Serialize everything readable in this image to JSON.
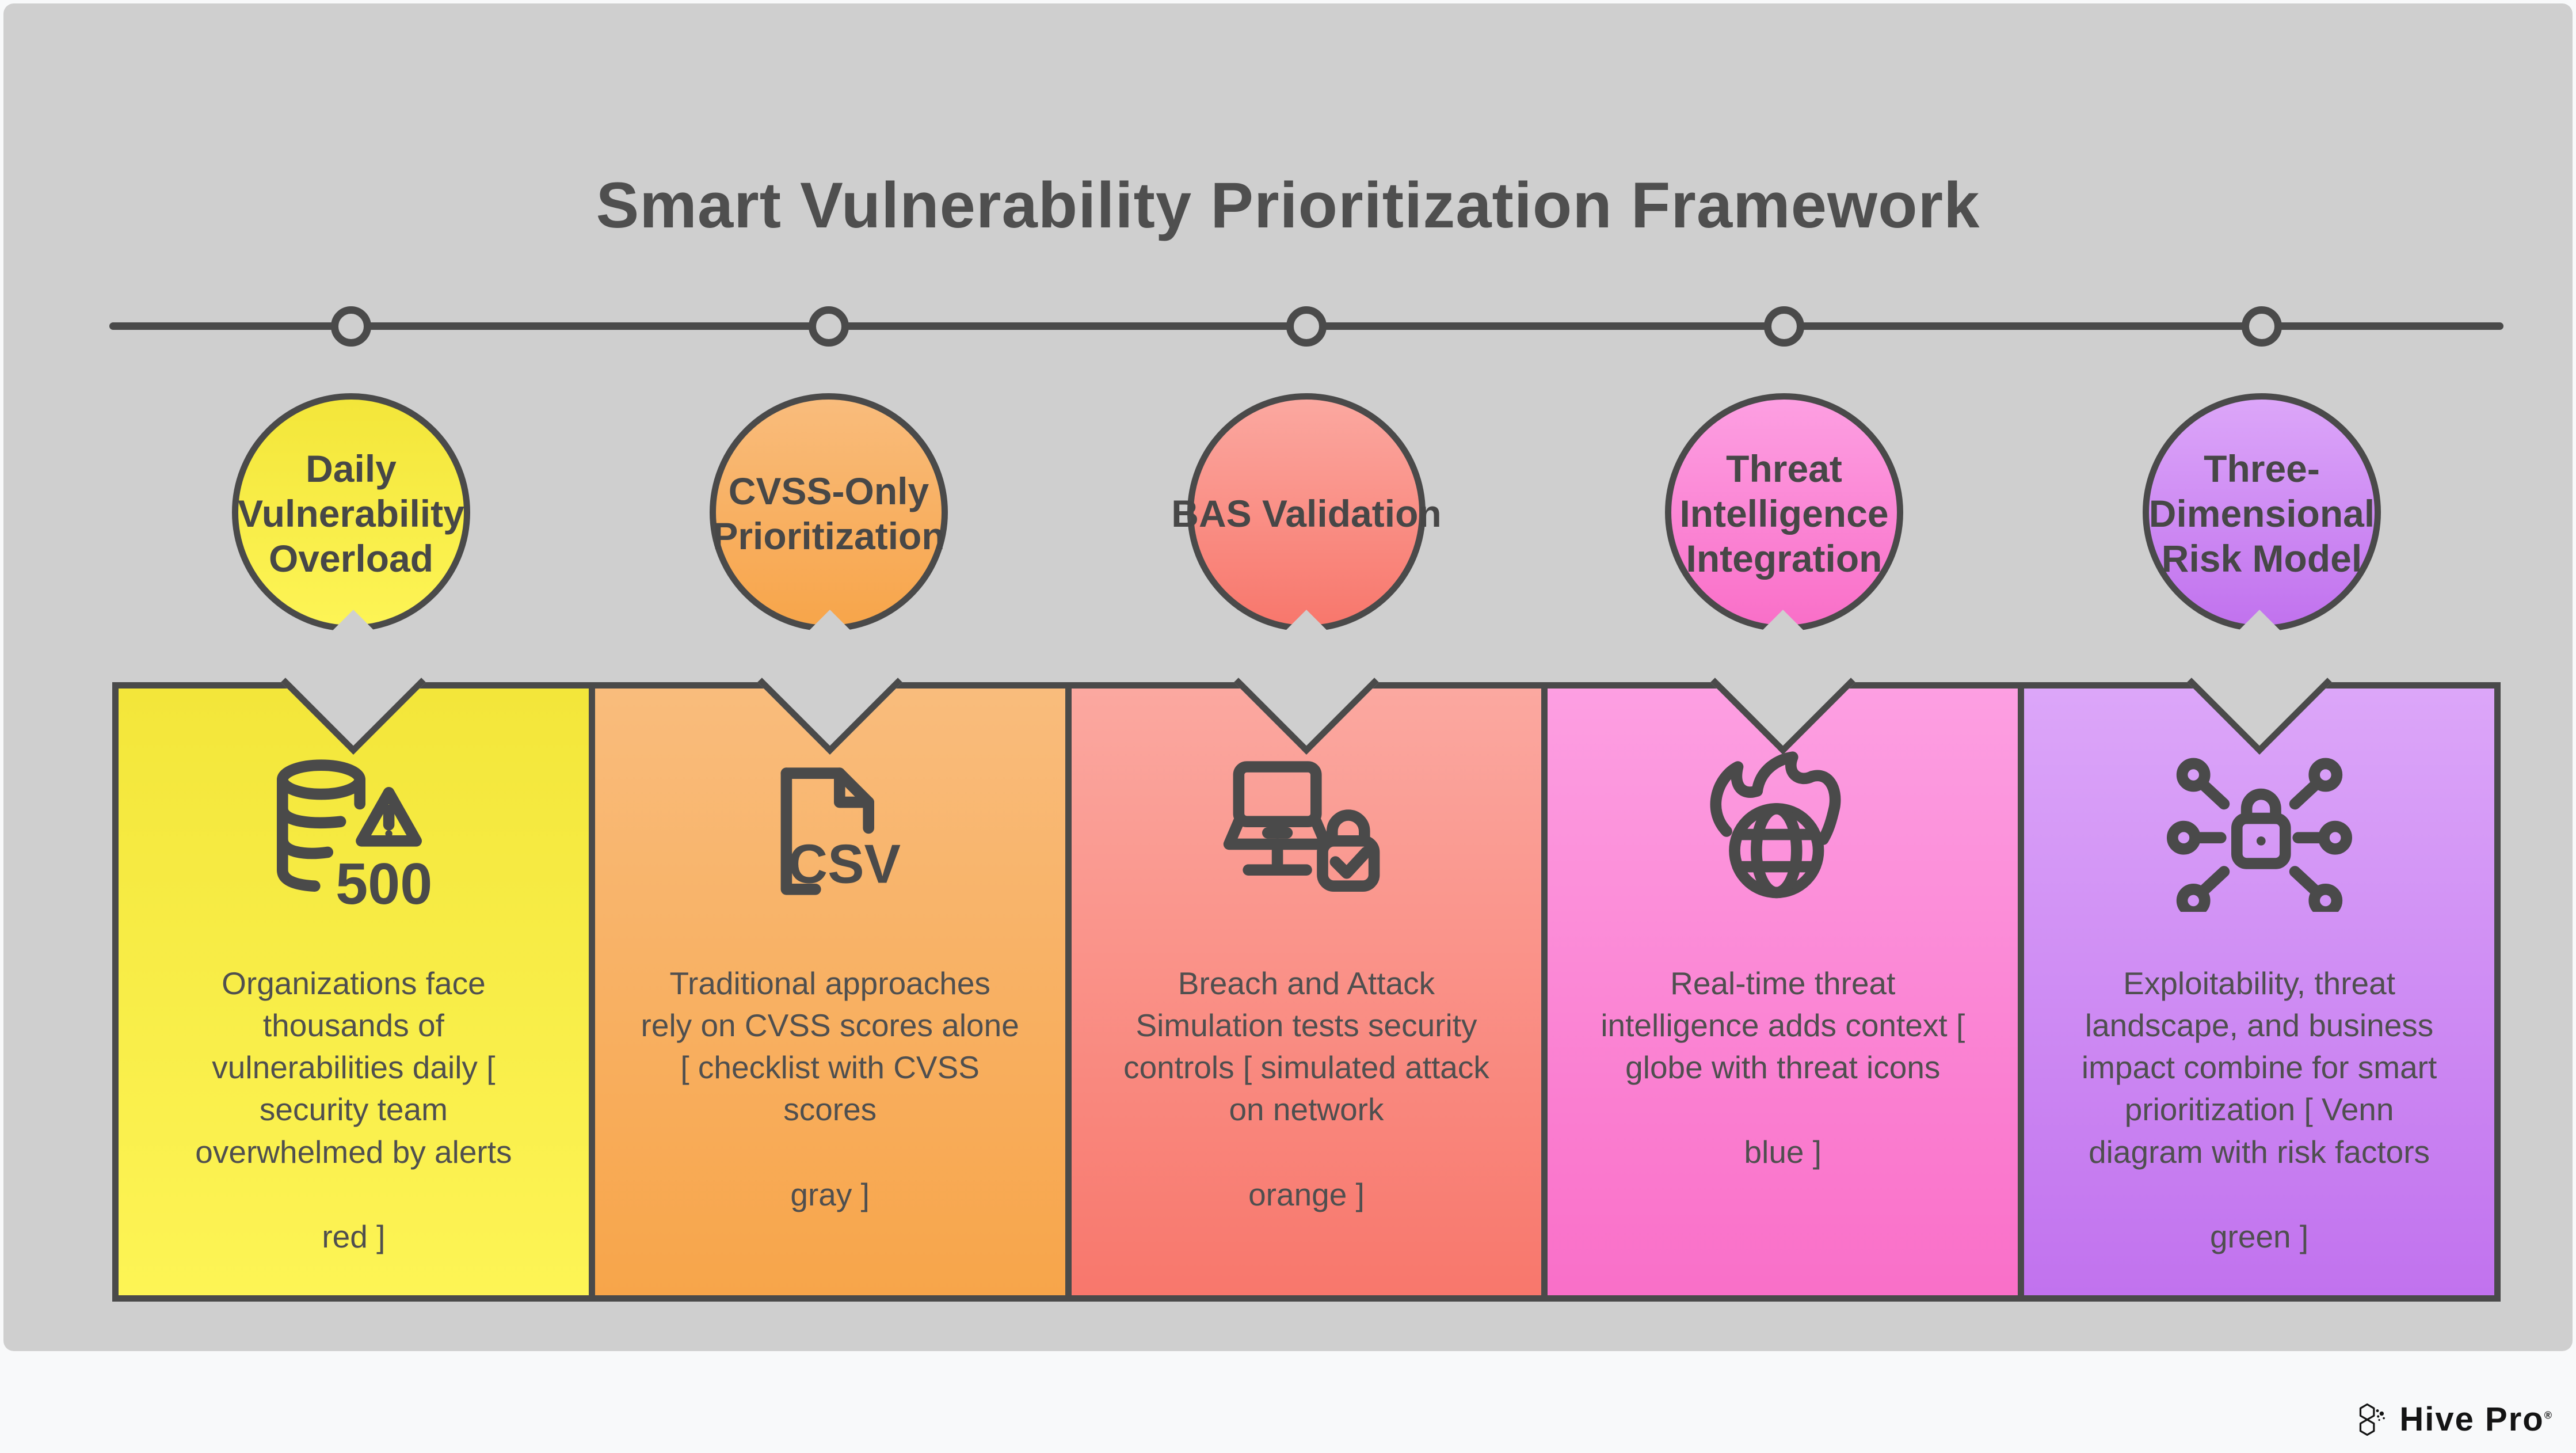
{
  "title": "Smart Vulnerability Prioritization Framework",
  "brand": {
    "name": "Hive Pro",
    "reg_mark": "®"
  },
  "steps": [
    {
      "label": "Daily Vulnerability Overload",
      "icon_text": "500",
      "desc": "Organizations face thousands of vulnerabilities daily [ security team overwhelmed by alerts",
      "tag": "red ]",
      "color_top": "#f3e63a",
      "color_bottom": "#fdf455"
    },
    {
      "label": "CVSS-Only Prioritization",
      "icon_text": "CSV",
      "desc": "Traditional approaches rely on CVSS scores alone [ checklist with CVSS scores",
      "tag": "gray ]",
      "color_top": "#f9bc7c",
      "color_bottom": "#f7a54a"
    },
    {
      "label": "BAS Validation",
      "icon_text": "",
      "desc": "Breach and Attack Simulation tests security controls [ simulated attack on network",
      "tag": "orange ]",
      "color_top": "#fba8a0",
      "color_bottom": "#f8776c"
    },
    {
      "label": "Threat Intelligence Integration",
      "icon_text": "",
      "desc": "Real-time threat intelligence adds context [ globe with threat icons",
      "tag": "blue ]",
      "color_top": "#fd9fe2",
      "color_bottom": "#f96fc8"
    },
    {
      "label": "Three-Dimensional Risk Model",
      "icon_text": "",
      "desc": "Exploitability, threat landscape, and business impact combine for smart prioritization [ Venn diagram with risk factors",
      "tag": "green ]",
      "color_top": "#dca6f9",
      "color_bottom": "#c172ee"
    }
  ]
}
